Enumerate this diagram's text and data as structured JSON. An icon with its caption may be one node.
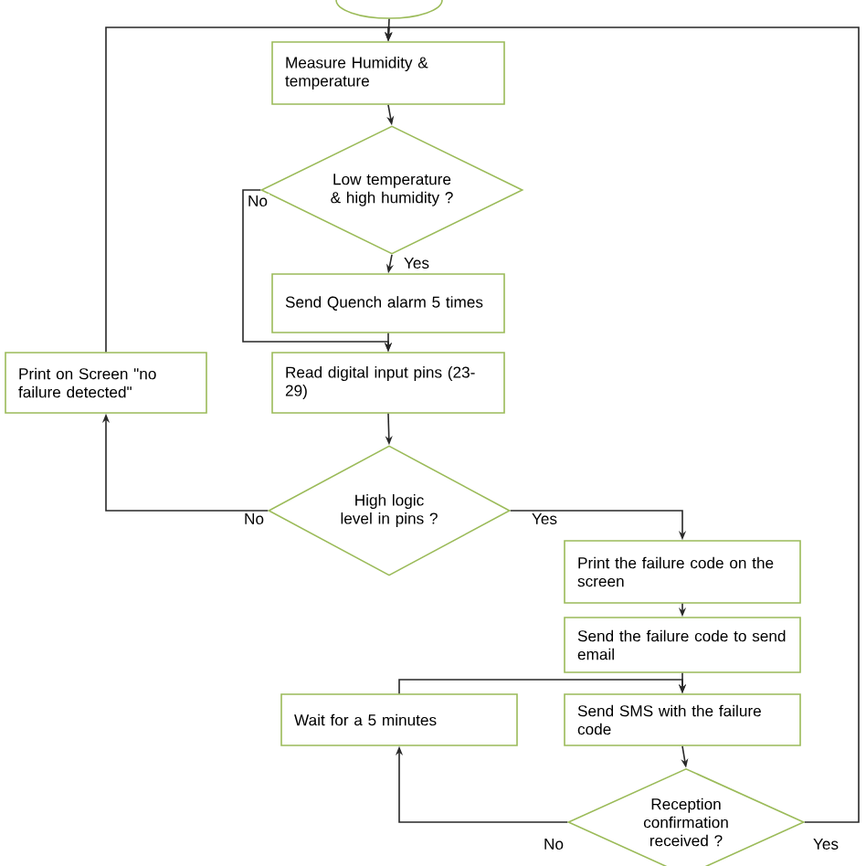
{
  "diagram": {
    "nodes": [
      {
        "text": [],
        "shape": "ellipse"
      },
      {
        "text": [
          "Measure Humidity & temperature"
        ]
      },
      {
        "text": [
          "Low temperature & high humidity ?"
        ]
      },
      {
        "text": [
          "Send Quench alarm 5 times"
        ]
      },
      {
        "text": [
          "Read digital input pins (23-29)"
        ]
      },
      {
        "text": [
          "High logic level in pins ?"
        ]
      },
      {
        "text": [
          "Print on Screen \"no failure detected\""
        ]
      },
      {
        "text": [
          "Print the failure code on the screen"
        ]
      },
      {
        "text": [
          "Send the failure code to send email"
        ]
      },
      {
        "text": [
          "Send SMS with the failure code"
        ]
      },
      {
        "text": [
          "Wait for a 5 minutes"
        ]
      },
      {
        "text": [
          "Reception confirmation received ?"
        ]
      }
    ],
    "edges": [
      {
        "from": 0,
        "to": 1,
        "arrow": "to"
      },
      {
        "from": 1,
        "to": 2,
        "arrow": "to"
      },
      {
        "from": 2,
        "to": 3,
        "arrow": "to",
        "label": "Yes"
      },
      {
        "from": 2,
        "to": 4,
        "arrow": "to",
        "label": "No"
      },
      {
        "from": 3,
        "to": 4,
        "arrow": "to"
      },
      {
        "from": 4,
        "to": 5,
        "arrow": "to"
      },
      {
        "from": 5,
        "to": 6,
        "arrow": "to",
        "label": "No"
      },
      {
        "from": 6,
        "to": 1,
        "arrow": "to"
      },
      {
        "from": 5,
        "to": 7,
        "arrow": "to",
        "label": "Yes"
      },
      {
        "from": 7,
        "to": 8,
        "arrow": "to"
      },
      {
        "from": 8,
        "to": 9,
        "arrow": "to"
      },
      {
        "from": 9,
        "to": 11,
        "arrow": "to"
      },
      {
        "from": 11,
        "to": 10,
        "arrow": "to",
        "label": "No"
      },
      {
        "from": 10,
        "to": 9,
        "arrow": "to"
      },
      {
        "from": 11,
        "to": 1,
        "arrow": "to",
        "label": "Yes"
      }
    ]
  }
}
